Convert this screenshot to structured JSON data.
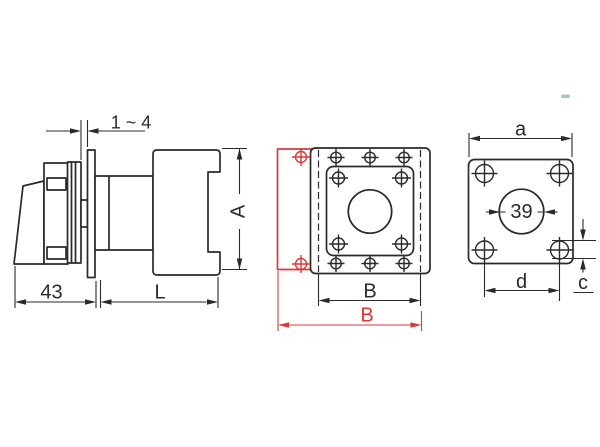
{
  "dimensions": {
    "side_view": {
      "panel_thickness": "1 ~ 4",
      "front_depth": "43",
      "body_length": "L",
      "body_height": "A"
    },
    "mounting_view": {
      "hole_spacing_width": "B",
      "alternate_overall_width": "B"
    },
    "flange_view": {
      "flange_width": "a",
      "center_hole_diameter": "39",
      "hole_spacing": "d",
      "hole_offset": "c"
    }
  },
  "colors": {
    "line": "#2a2a2a",
    "accent_red": "#dc3838",
    "artifact_green": "#8cc3ab",
    "background": "#ffffff"
  }
}
